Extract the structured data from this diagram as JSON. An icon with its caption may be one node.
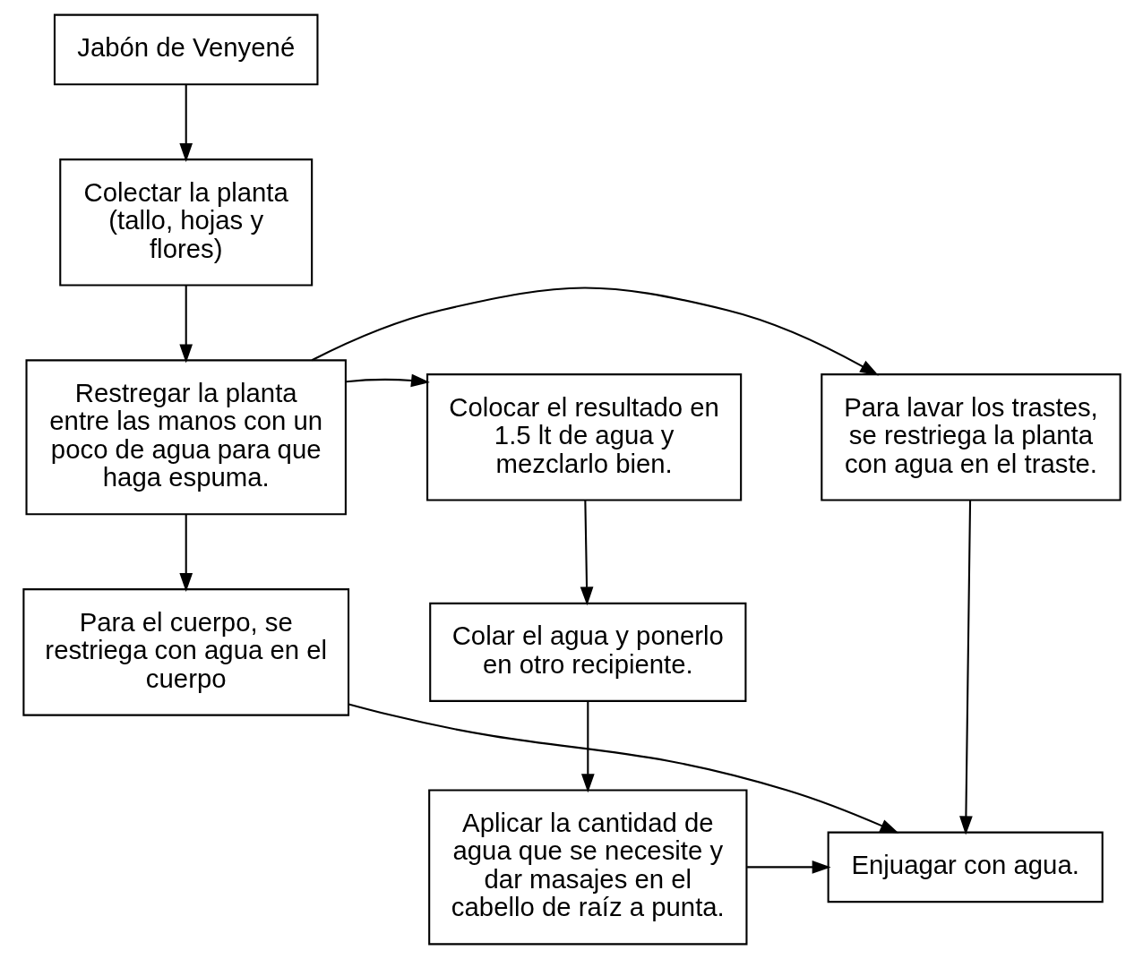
{
  "diagram": {
    "nodes": [
      {
        "text": [
          "Jabón de Venyené"
        ]
      },
      {
        "text": [
          "Colectar la planta (tallo, hojas y flores)"
        ]
      },
      {
        "text": [
          "Colocar el resultado en 1.5 lt de agua y mezclarlo bien."
        ]
      },
      {
        "text": [
          "Restregar la planta entre las manos con un poco de agua para que haga espuma."
        ]
      },
      {
        "text": [
          "Para lavar los trastes, se restriega la planta con agua en el traste."
        ]
      },
      {
        "text": [
          "Colar el agua y ponerlo en otro recipiente."
        ]
      },
      {
        "text": [
          "Para el cuerpo, se restriega con agua en el cuerpo"
        ]
      },
      {
        "text": [
          "Aplicar la cantidad de agua que se necesite y dar masajes en el cabello de raíz a punta."
        ]
      },
      {
        "text": [
          "Enjuagar con agua."
        ]
      }
    ],
    "edges": [
      {
        "from": 0,
        "to": 1,
        "arrow": "to"
      },
      {
        "from": 1,
        "to": 3,
        "arrow": "to"
      },
      {
        "from": 3,
        "to": 2,
        "arrow": "to"
      },
      {
        "from": 3,
        "to": 4,
        "arrow": "to"
      },
      {
        "from": 3,
        "to": 6,
        "arrow": "to"
      },
      {
        "from": 2,
        "to": 5,
        "arrow": "to"
      },
      {
        "from": 5,
        "to": 7,
        "arrow": "to"
      },
      {
        "from": 6,
        "to": 8,
        "arrow": "to"
      },
      {
        "from": 7,
        "to": 8,
        "arrow": "to"
      },
      {
        "from": 4,
        "to": 8,
        "arrow": "to"
      }
    ]
  }
}
